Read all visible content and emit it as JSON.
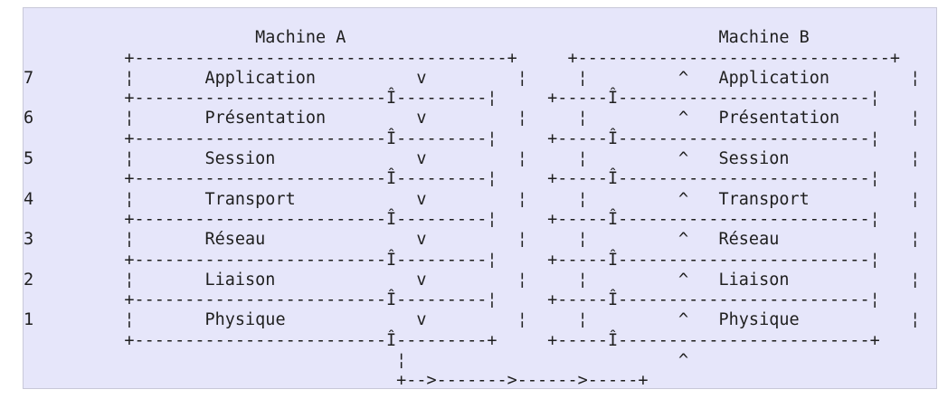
{
  "diagram": {
    "title_left": "Machine A",
    "title_right": "Machine B",
    "layers": [
      {
        "number": "7",
        "name": "Application"
      },
      {
        "number": "6",
        "name": "Présentation"
      },
      {
        "number": "5",
        "name": "Session"
      },
      {
        "number": "4",
        "name": "Transport"
      },
      {
        "number": "3",
        "name": "Réseau"
      },
      {
        "number": "2",
        "name": "Liaison"
      },
      {
        "number": "1",
        "name": "Physique"
      }
    ],
    "lines": [
      "",
      "                       Machine A                                     Machine B",
      "          +-------------------------------------+     +-------------------------------+",
      "7         ¦       Application          v         ¦     ¦         ^   Application        ¦",
      "          +-------------------------Î---------¦     +-----Î-------------------------¦",
      "6         ¦       Présentation         v         ¦     ¦         ^   Présentation       ¦",
      "          +-------------------------Î---------¦     +-----Î-------------------------¦",
      "5         ¦       Session              v         ¦     ¦         ^   Session            ¦",
      "          +-------------------------Î---------¦     +-----Î-------------------------¦",
      "4         ¦       Transport            v         ¦     ¦         ^   Transport          ¦",
      "          +-------------------------Î---------¦     +-----Î-------------------------¦",
      "3         ¦       Réseau               v         ¦     ¦         ^   Réseau             ¦",
      "          +-------------------------Î---------¦     +-----Î-------------------------¦",
      "2         ¦       Liaison              v         ¦     ¦         ^   Liaison            ¦",
      "          +-------------------------Î---------¦     +-----Î-------------------------¦",
      "1         ¦       Physique             v         ¦     ¦         ^   Physique           ¦",
      "          +-------------------------Î---------+     +-----Î-------------------------+",
      "                                     ¦                           ^",
      "                                     +-->------->------>-----+"
    ]
  }
}
